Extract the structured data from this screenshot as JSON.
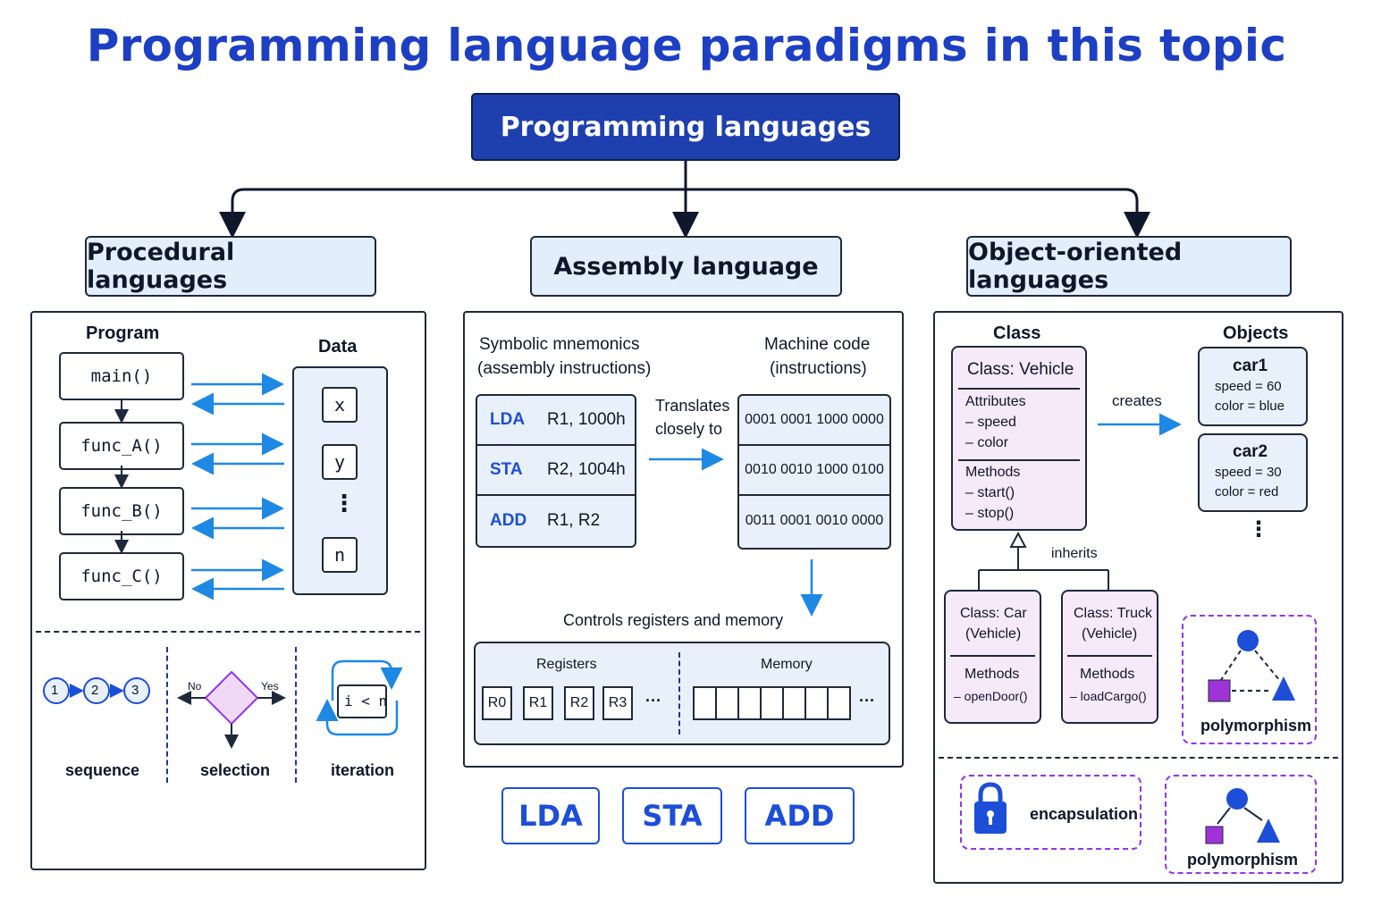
{
  "title": "Programming language paradigms in this topic",
  "root": "Programming languages",
  "categories": {
    "procedural": "Procedural languages",
    "assembly": "Assembly language",
    "oop": "Object-oriented languages"
  },
  "procedural": {
    "program_label": "Program",
    "data_label": "Data",
    "functions": [
      "main()",
      "func_A()",
      "func_B()",
      "func_C()"
    ],
    "variables": [
      "x",
      "y",
      "n"
    ],
    "vdots": "⋮",
    "sequence_steps": [
      "1",
      "2",
      "3"
    ],
    "sequence_label": "sequence",
    "selection_no": "No",
    "selection_yes": "Yes",
    "selection_label": "selection",
    "iteration_condition": "i < n",
    "iteration_label": "iteration"
  },
  "assembly": {
    "mnemonics_title_1": "Symbolic mnemonics",
    "mnemonics_title_2": "(assembly instructions)",
    "machine_title_1": "Machine code",
    "machine_title_2": "(instructions)",
    "instructions": [
      {
        "op": "LDA",
        "args": "R1,  1000h"
      },
      {
        "op": "STA",
        "args": "R2,  1004h"
      },
      {
        "op": "ADD",
        "args": "R1,  R2"
      }
    ],
    "machine_code": [
      "0001 0001 1000 0000",
      "0010 0010 1000 0100",
      "0011 0001 0010 0000"
    ],
    "translates_1": "Translates",
    "translates_2": "closely to",
    "controls": "Controls  registers  and  memory",
    "registers_label": "Registers",
    "memory_label": "Memory",
    "registers": [
      "R0",
      "R1",
      "R2",
      "R3"
    ],
    "ellipsis": "···",
    "mnemonic_buttons": [
      "LDA",
      "STA",
      "ADD"
    ]
  },
  "oop": {
    "class_label": "Class",
    "objects_label": "Objects",
    "class_name": "Class: Vehicle",
    "attributes_label": "Attributes",
    "attributes": [
      "– speed",
      "– color"
    ],
    "methods_label": "Methods",
    "methods": [
      "– start()",
      "– stop()"
    ],
    "creates": "creates",
    "objects": [
      {
        "name": "car1",
        "line1": "speed = 60",
        "line2": "color = blue"
      },
      {
        "name": "car2",
        "line1": "speed = 30",
        "line2": "color = red"
      }
    ],
    "vdots": "⋮",
    "inherits": "inherits",
    "subclasses": [
      {
        "line1": "Class: Car",
        "line2": "(Vehicle)",
        "methods_label": "Methods",
        "method": "– openDoor()"
      },
      {
        "line1": "Class: Truck",
        "line2": "(Vehicle)",
        "methods_label": "Methods",
        "method": "– loadCargo()"
      }
    ],
    "polymorphism_1": "polymorphism",
    "encapsulation": "encapsulation",
    "polymorphism_2": "polymorphism"
  },
  "colors": {
    "title_blue": "#1d3fc4",
    "root_fill": "#1e3fae",
    "light_blue": "#e3eefb",
    "arrow_blue": "#1e88e5",
    "purple": "#9333ea",
    "class_fill": "#f5e9fa"
  }
}
